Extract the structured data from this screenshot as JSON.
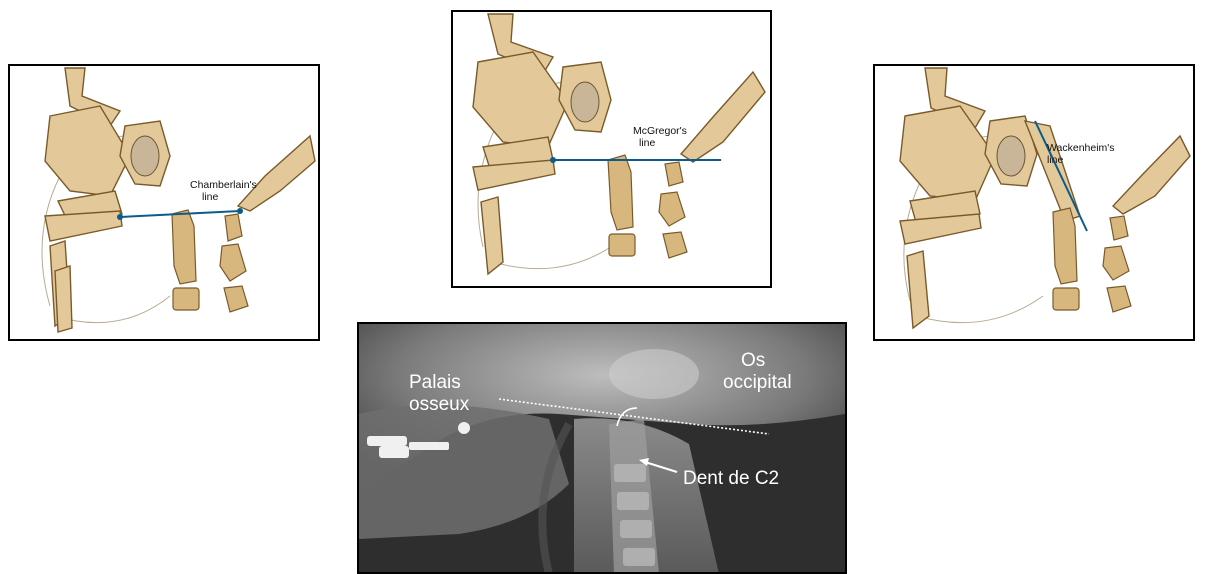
{
  "panels": {
    "chamberlain": {
      "label_line1": "Chamberlain's",
      "label_line2": "line"
    },
    "mcgregor": {
      "label_line1": "McGregor's",
      "label_line2": "line"
    },
    "wackenheim": {
      "label_line1": "Wackenheim's",
      "label_line2": "line"
    }
  },
  "xray": {
    "palais_line1": "Palais",
    "palais_line2": "osseux",
    "occipital_line1": "Os",
    "occipital_line2": "occipital",
    "dent_label": "Dent de C2"
  },
  "colors": {
    "bone": "#e3c99a",
    "bone_outline": "#7a5a2a",
    "reference_line": "#0b5c8a",
    "xray_background": "#3a3a3a"
  }
}
